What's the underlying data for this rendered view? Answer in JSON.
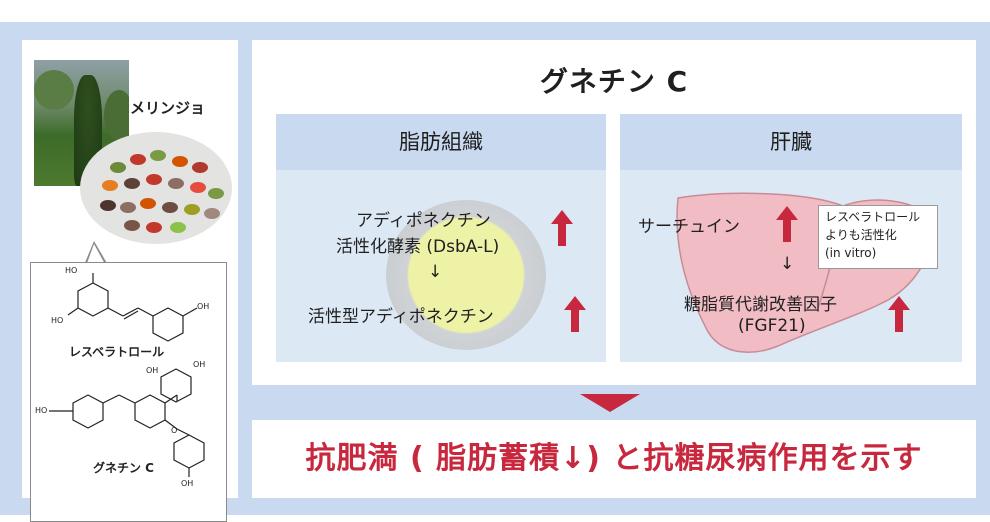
{
  "plant": {
    "label": "メリンジョ"
  },
  "structures": {
    "resveratrol": "レスベラトロール",
    "gnetin": "グネチン C",
    "atoms": {
      "ho": "HO",
      "oh": "OH",
      "o": "O"
    }
  },
  "main": {
    "title": "グネチン C"
  },
  "adipose": {
    "header": "脂肪組織",
    "line1": "アディポネクチン",
    "line2": "活性化酵素 (DsbA-L)",
    "down_arrow": "↓",
    "line3": "活性型アディポネクチン"
  },
  "liver": {
    "header": "肝臓",
    "sirtuin": "サーチュイン",
    "down_arrow": "↓",
    "line1": "糖脂質代謝改善因子",
    "line2": "(FGF21)",
    "note": [
      "レスベラトロール",
      "よりも活性化",
      "(in vitro)"
    ]
  },
  "result": {
    "text": "抗肥満 ( 脂肪蓄積↓) と抗糖尿病作用を示す"
  },
  "colors": {
    "accent": "#c8283e",
    "panel_bg": "#c9daf0",
    "column_bg": "#dde8f5"
  }
}
